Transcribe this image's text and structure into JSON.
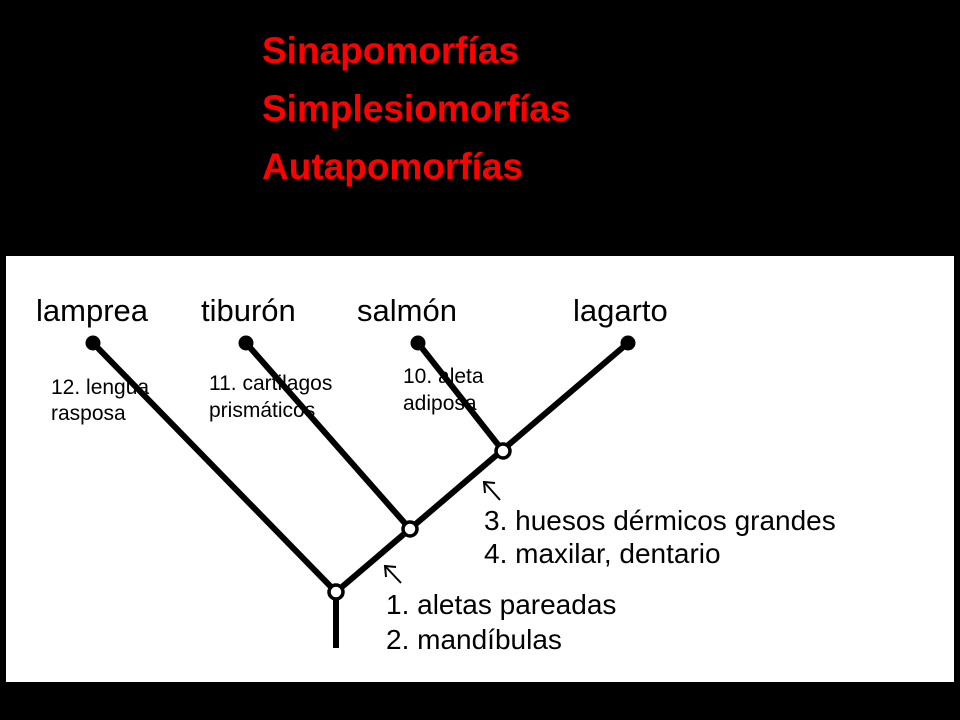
{
  "header": {
    "lines": [
      "Sinapomorfías",
      "Simplesiomorfías",
      "Autapomorfías"
    ],
    "color": "#ff0000"
  },
  "cladogram": {
    "taxa": [
      "lamprea",
      "tiburón",
      "salmón",
      "lagarto"
    ],
    "autapomorphies": {
      "lamprea": [
        "12. lengua",
        "rasposa"
      ],
      "tiburon": [
        "11. cartilagos",
        "prismáticos"
      ],
      "salmon": [
        "10. aleta",
        "adiposa"
      ]
    },
    "node_traits": {
      "upper": [
        "3. huesos dérmicos grandes",
        "4. maxilar, dentario"
      ],
      "lower": [
        "1. aletas pareadas",
        "2. mandíbulas"
      ]
    }
  }
}
